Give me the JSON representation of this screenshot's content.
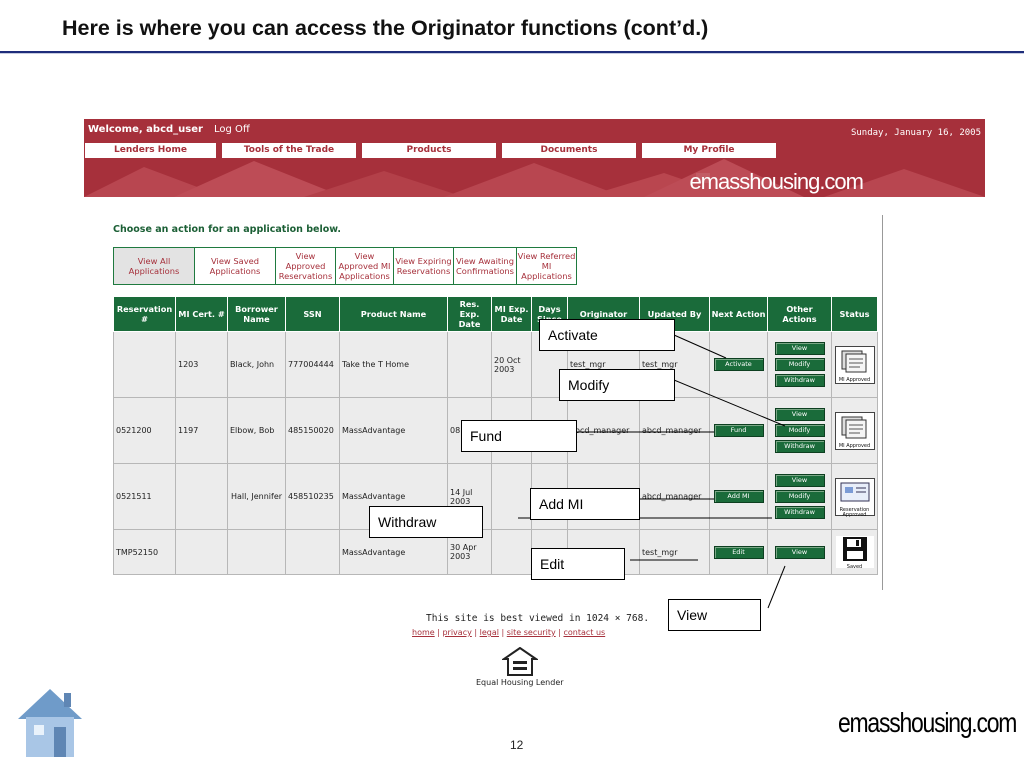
{
  "slide": {
    "title": "Here is where you can access the Originator functions (cont’d.)",
    "page_number": "12",
    "bottom_brand": "emasshousing.com"
  },
  "app": {
    "welcome": "Welcome, abcd_user",
    "logoff": "Log Off",
    "date": "Sunday, January 16, 2005",
    "brand_main": "emasshousing",
    "brand_suffix": ".com",
    "nav": [
      "Lenders Home",
      "Tools of the Trade",
      "Products",
      "Documents",
      "My Profile"
    ],
    "choose_prompt": "Choose an action for an application below.",
    "action_tabs": [
      "View All Applications",
      "View Saved Applications",
      "View Approved Reservations",
      "View Approved MI Applications",
      "View Expiring Reservations",
      "View Awaiting Confirmations",
      "View Referred MI Applications"
    ],
    "table": {
      "headers": [
        "Reservation #",
        "MI Cert. #",
        "Borrower Name",
        "SSN",
        "Product Name",
        "Res. Exp. Date",
        "MI Exp. Date",
        "Days Since",
        "Originator",
        "Updated By",
        "Next Action",
        "Other Actions",
        "Status"
      ],
      "rows": [
        {
          "reservation": "",
          "mi_cert": "1203",
          "borrower": "Black, John",
          "ssn": "777004444",
          "product": "Take the T Home",
          "res_exp": "",
          "mi_exp": "20 Oct 2003",
          "days": "",
          "originator": "test_mgr",
          "updated_by": "test_mgr",
          "next_action": "Activate",
          "other": [
            "View",
            "Modify",
            "Withdraw"
          ],
          "status": "MI Approved"
        },
        {
          "reservation": "0521200",
          "mi_cert": "1197",
          "borrower": "Elbow, Bob",
          "ssn": "485150020",
          "product": "MassAdvantage",
          "res_exp": "08 20",
          "mi_exp": "",
          "days": "",
          "originator": "abcd_manager",
          "updated_by": "abcd_manager",
          "next_action": "Fund",
          "other": [
            "View",
            "Modify",
            "Withdraw"
          ],
          "status": "MI Approved"
        },
        {
          "reservation": "0521511",
          "mi_cert": "",
          "borrower": "Hall, Jennifer",
          "ssn": "458510235",
          "product": "MassAdvantage",
          "res_exp": "14 Jul 2003",
          "mi_exp": "",
          "days": "",
          "originator": "",
          "updated_by": "abcd_manager",
          "next_action": "Add MI",
          "other": [
            "View",
            "Modify",
            "Withdraw"
          ],
          "status": "Reservation Approved"
        },
        {
          "reservation": "TMP52150",
          "mi_cert": "",
          "borrower": "",
          "ssn": "",
          "product": "MassAdvantage",
          "res_exp": "30 Apr 2003",
          "mi_exp": "",
          "days": "",
          "originator": "",
          "updated_by": "test_mgr",
          "next_action": "Edit",
          "other": [
            "View"
          ],
          "status": "Saved"
        }
      ]
    },
    "footer": {
      "best_viewed": "This site is best viewed in 1024 × 768.",
      "links": [
        "home",
        "privacy",
        "legal",
        "site security",
        "contact us"
      ],
      "ehl": "Equal Housing Lender"
    }
  },
  "callouts": {
    "activate": "Activate",
    "modify": "Modify",
    "fund": "Fund",
    "add_mi": "Add MI",
    "withdraw": "Withdraw",
    "edit": "Edit",
    "view": "View"
  },
  "colors": {
    "brand_red": "#a6303b",
    "table_green": "#1a6b3a",
    "title_rule": "#1e2d7a"
  }
}
